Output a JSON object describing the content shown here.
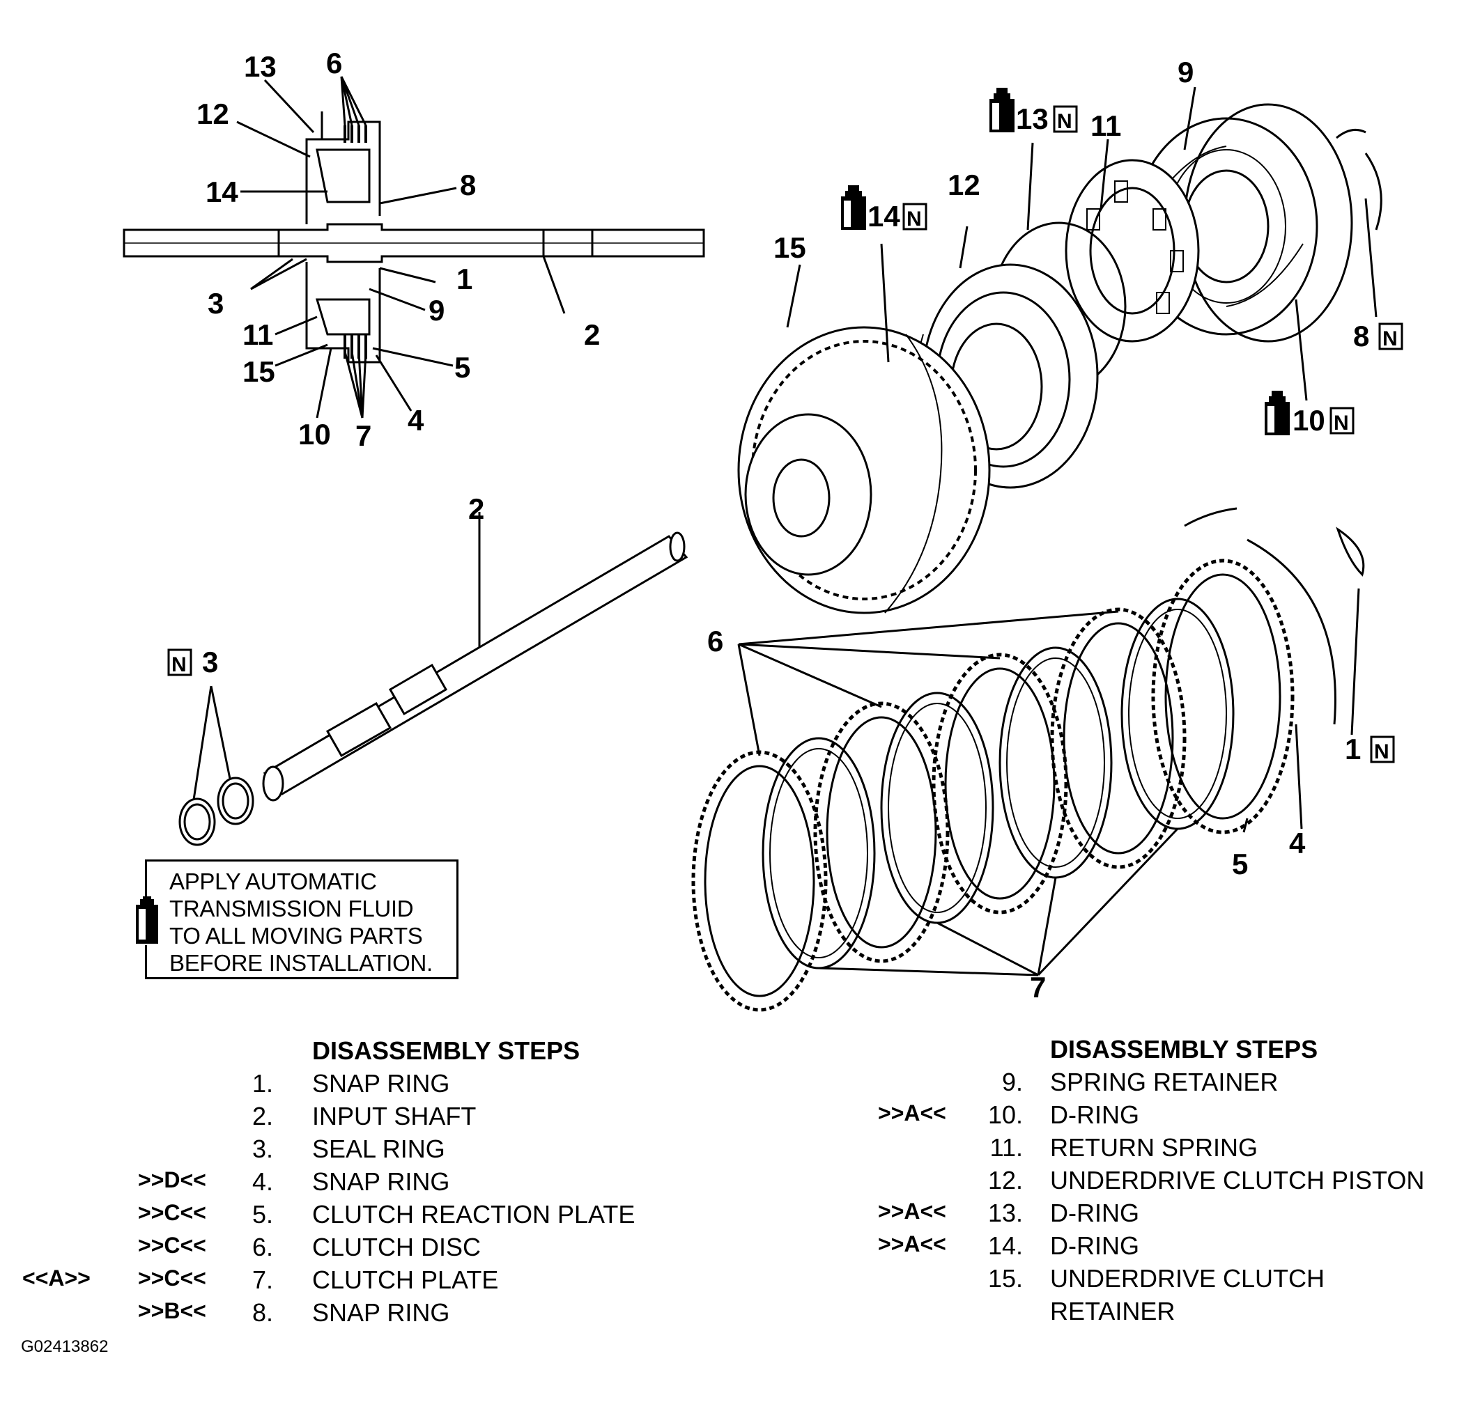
{
  "callouts": {
    "top": [
      "13",
      "6",
      "12",
      "14",
      "8",
      "3",
      "1",
      "11",
      "9",
      "2",
      "15",
      "5",
      "10",
      "7",
      "4"
    ],
    "exploded": [
      "9",
      "13",
      "11",
      "14",
      "12",
      "15",
      "8",
      "10",
      "2",
      "3",
      "6",
      "1",
      "5",
      "4",
      "7"
    ],
    "n_badge": "N"
  },
  "note": {
    "lines": [
      "APPLY AUTOMATIC",
      "TRANSMISSION FLUID",
      "TO ALL MOVING PARTS",
      "BEFORE INSTALLATION."
    ]
  },
  "steps_left": {
    "title": "DISASSEMBLY STEPS",
    "items": [
      {
        "mark2": "",
        "mark": "",
        "num": "1.",
        "label": "SNAP RING"
      },
      {
        "mark2": "",
        "mark": "",
        "num": "2.",
        "label": "INPUT SHAFT"
      },
      {
        "mark2": "",
        "mark": "",
        "num": "3.",
        "label": "SEAL RING"
      },
      {
        "mark2": "",
        "mark": ">>D<<",
        "num": "4.",
        "label": "SNAP RING"
      },
      {
        "mark2": "",
        "mark": ">>C<<",
        "num": "5.",
        "label": "CLUTCH REACTION PLATE"
      },
      {
        "mark2": "",
        "mark": ">>C<<",
        "num": "6.",
        "label": "CLUTCH DISC"
      },
      {
        "mark2": "<<A>>",
        "mark": ">>C<<",
        "num": "7.",
        "label": "CLUTCH PLATE"
      },
      {
        "mark2": "",
        "mark": ">>B<<",
        "num": "8.",
        "label": "SNAP RING"
      }
    ]
  },
  "steps_right": {
    "title": "DISASSEMBLY STEPS",
    "items": [
      {
        "mark": "",
        "num": "9.",
        "label": "SPRING RETAINER"
      },
      {
        "mark": ">>A<<",
        "num": "10.",
        "label": "D-RING"
      },
      {
        "mark": "",
        "num": "11.",
        "label": "RETURN SPRING"
      },
      {
        "mark": "",
        "num": "12.",
        "label": "UNDERDRIVE CLUTCH PISTON"
      },
      {
        "mark": ">>A<<",
        "num": "13.",
        "label": "D-RING"
      },
      {
        "mark": ">>A<<",
        "num": "14.",
        "label": "D-RING"
      },
      {
        "mark": "",
        "num": "15.",
        "label": "UNDERDRIVE CLUTCH"
      },
      {
        "mark": "",
        "num": "",
        "label": "RETAINER"
      }
    ]
  },
  "figure_id": "G02413862"
}
